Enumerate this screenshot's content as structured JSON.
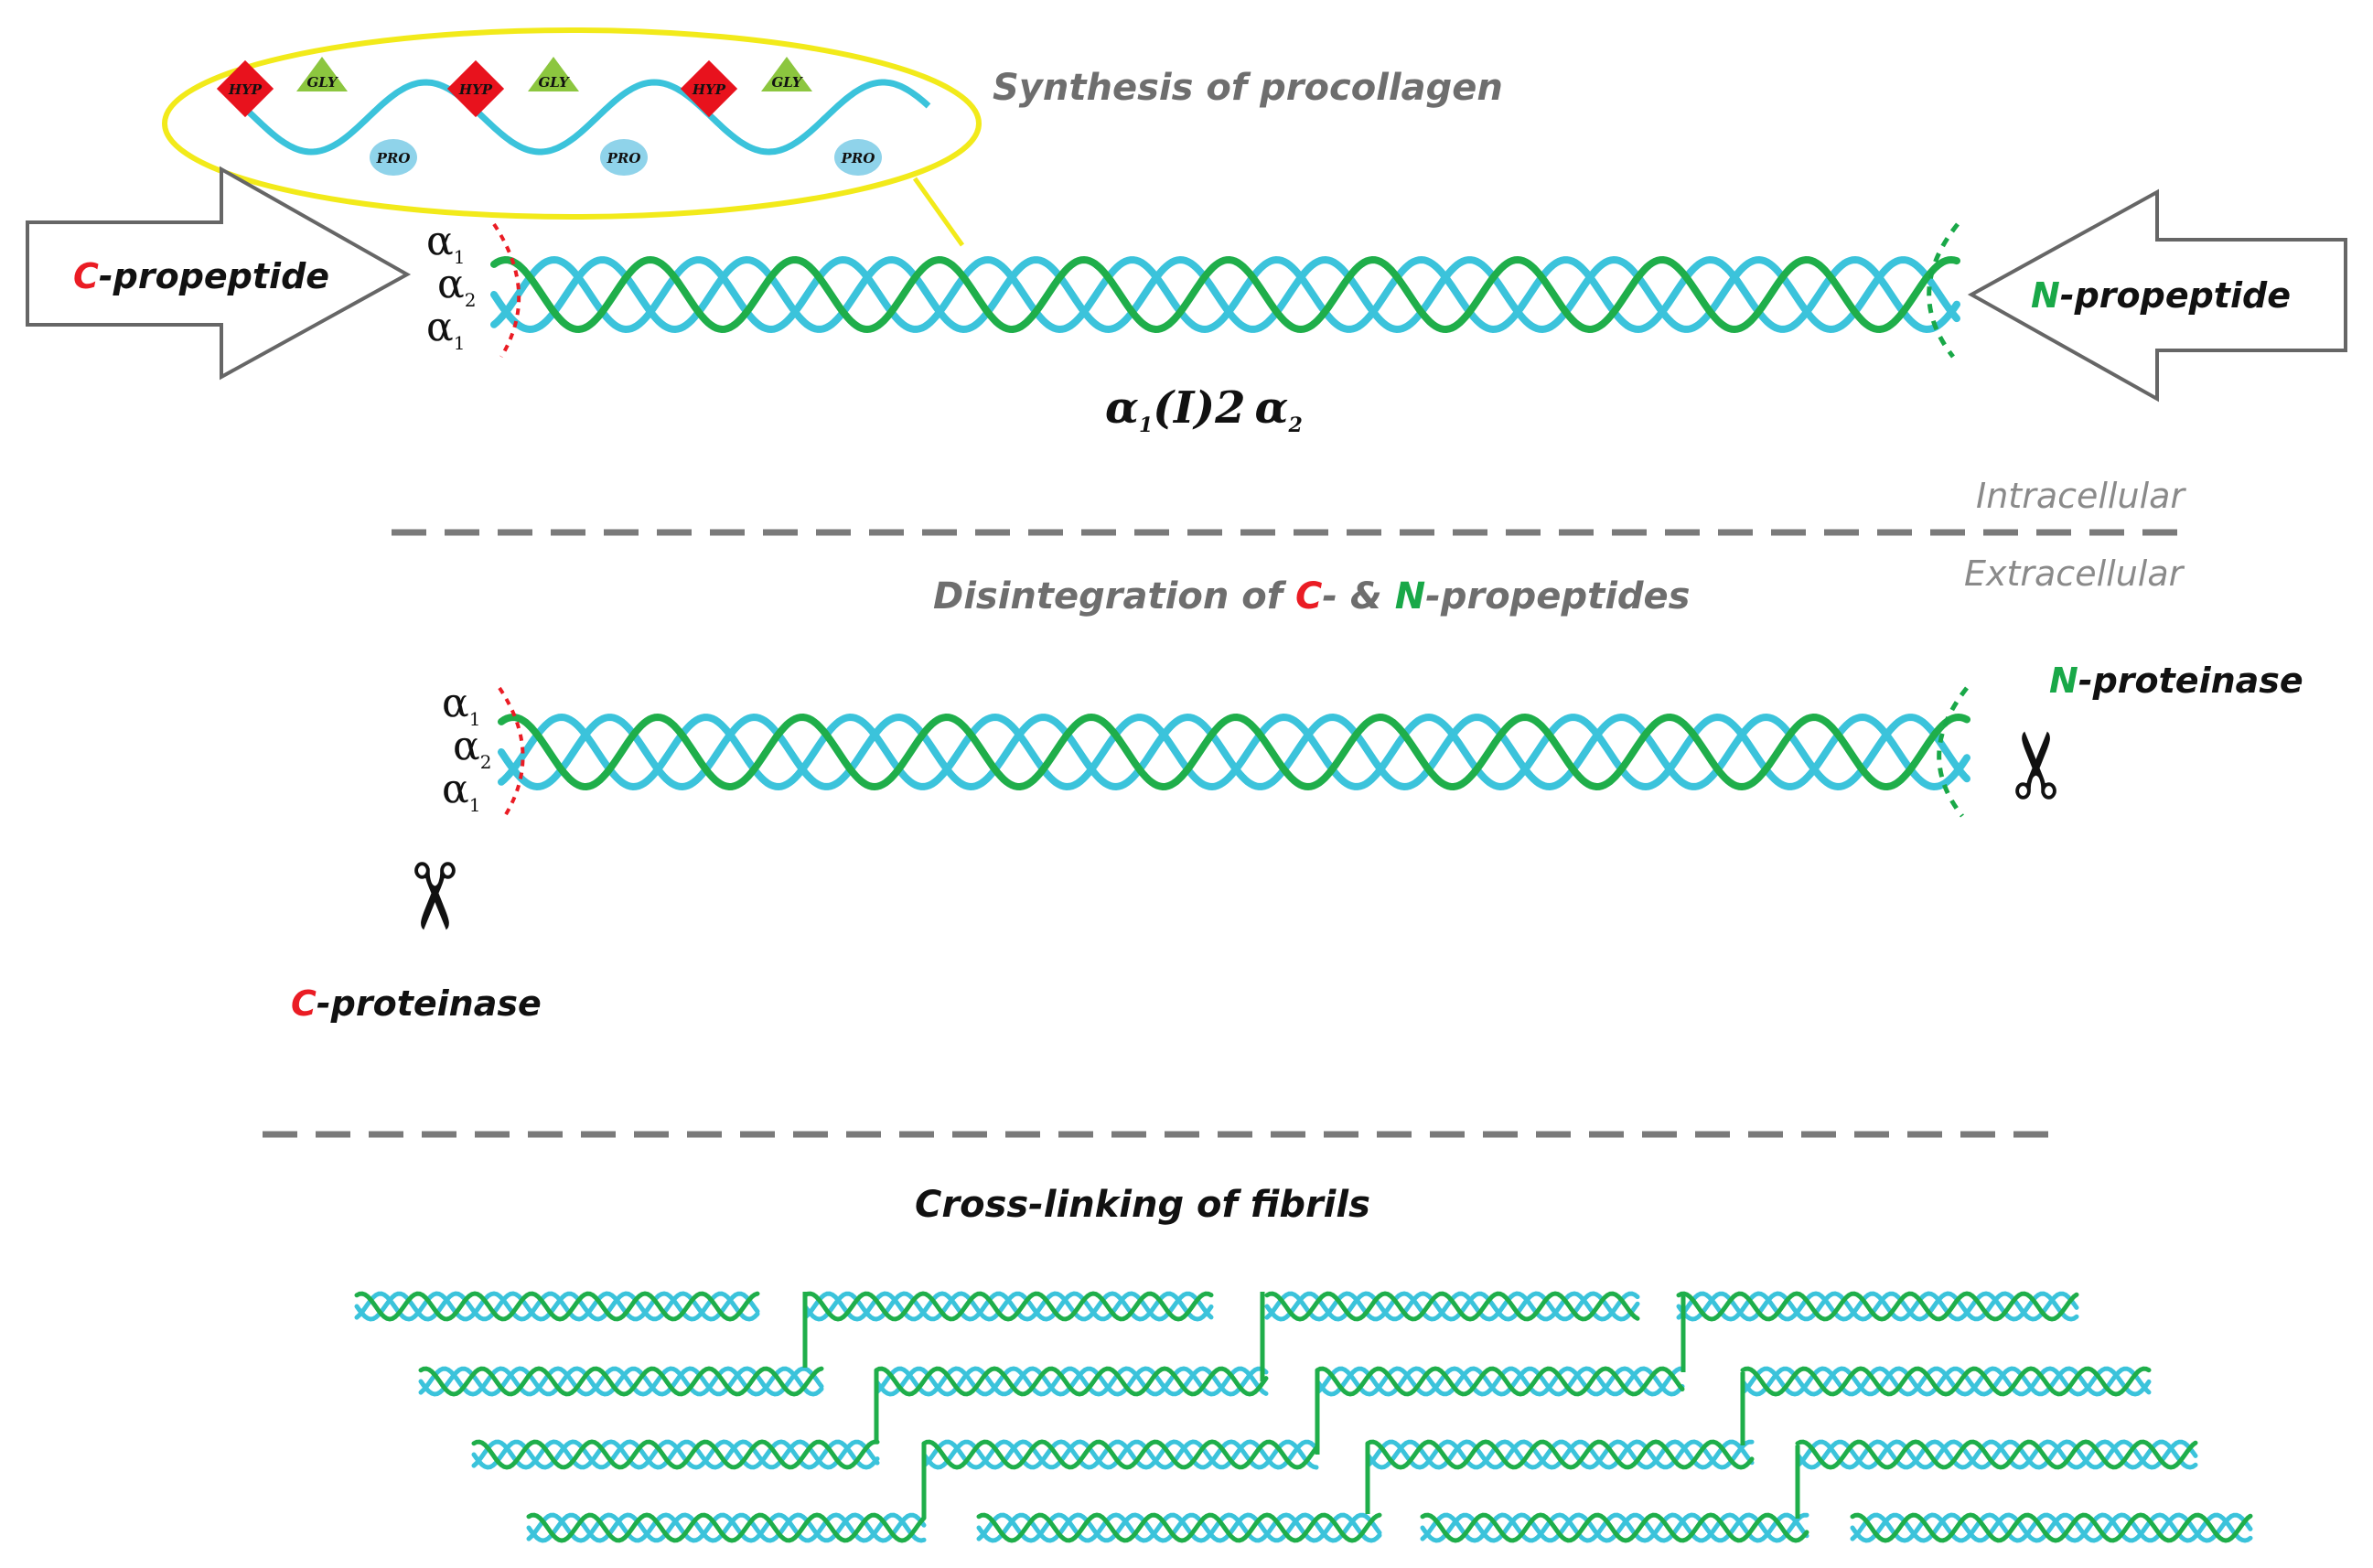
{
  "colors": {
    "strand_cyan": "#3bc3db",
    "strand_green": "#1fae4a",
    "diamond_red": "#e8121d",
    "triangle_green": "#8cc63f",
    "oval_blue": "#8fd3ea",
    "ellipse_yellow": "#f2ea1a",
    "c_red": "#ea1c24",
    "n_green": "#19a848",
    "dash_grey": "#7a7a7a",
    "arrow_grey": "#666666"
  },
  "synthesis": {
    "title": "Synthesis of procollagen",
    "hyp": "HYP",
    "gly": "GLY",
    "pro": "PRO"
  },
  "procollagen": {
    "c_letter": "C",
    "c_rest": "-propeptide",
    "n_letter": "N",
    "n_rest": "-propeptide",
    "alpha_sym": "α",
    "alpha_sub_1": "1",
    "alpha_sub_2": "2",
    "formula_a": "α",
    "formula_sub1": "1",
    "formula_mid": "(I)2",
    "formula_b": "α",
    "formula_sub2": "2"
  },
  "zones": {
    "intracellular": "Intracellular",
    "extracellular": "Extracellular"
  },
  "disintegration": {
    "prefix": "Disintegration of ",
    "c": "C",
    "mid": "- & ",
    "n": "N",
    "suffix": "-propeptides"
  },
  "enzymes": {
    "n_letter": "N",
    "n_rest": "-proteinase",
    "c_letter": "C",
    "c_rest": "-proteinase",
    "scissors_glyph": "✂"
  },
  "crosslink": {
    "title": "Cross-linking of fibrils"
  }
}
